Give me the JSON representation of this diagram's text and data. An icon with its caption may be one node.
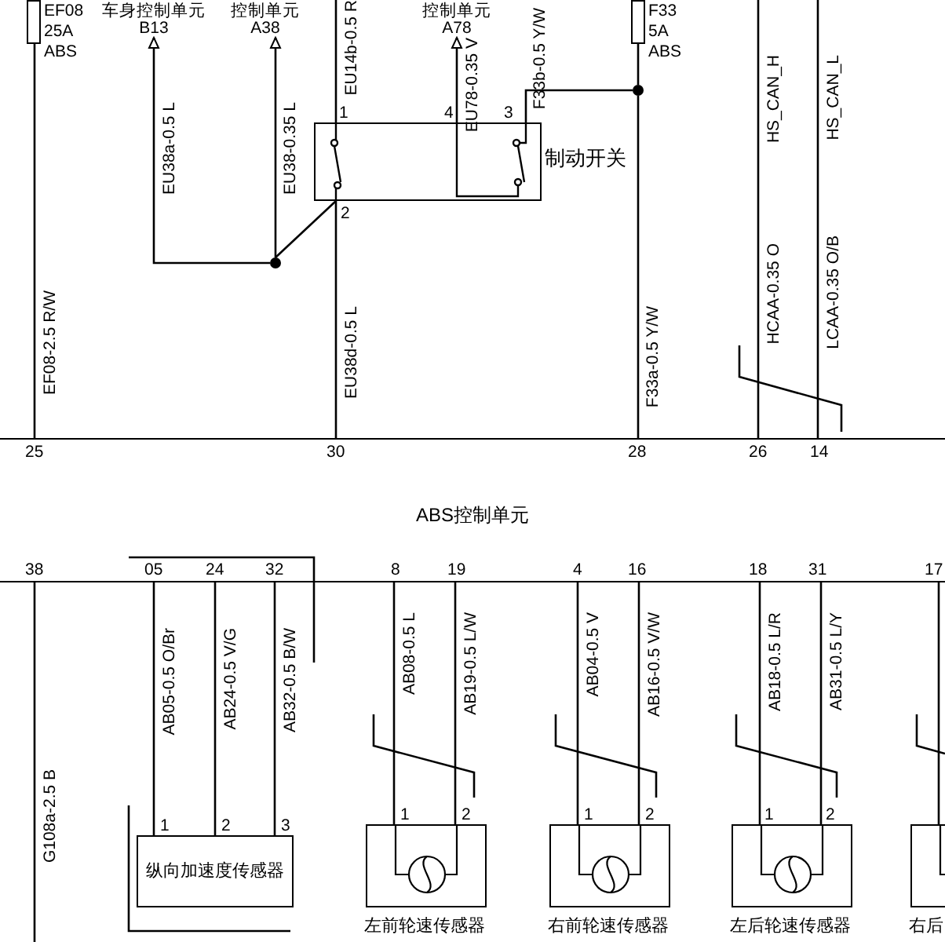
{
  "diagram": {
    "nodes": [
      {
        "text": [],
        "shape": "box",
        "beside": [
          "EF08 25A ABS"
        ]
      },
      {
        "text": [
          "车身控制单元",
          "B13"
        ]
      },
      {
        "text": [
          "控制单元",
          "A38"
        ]
      },
      {
        "text": [
          "控制单元",
          "A78"
        ]
      },
      {
        "text": [
          "制动开关"
        ]
      },
      {
        "text": [],
        "shape": "box",
        "beside": [
          "F33 5A ABS"
        ]
      },
      {
        "text": [
          "ABS控制单元"
        ]
      },
      {
        "text": [
          "纵向加速度传感器"
        ]
      },
      {
        "text": [
          "左前轮速传感器"
        ]
      },
      {
        "text": [
          "右前轮速传感器"
        ]
      },
      {
        "text": [
          "左后轮速传感器"
        ]
      },
      {
        "text": [
          "右后"
        ]
      },
      {
        "text": [],
        "shape": "circle"
      },
      {
        "text": [],
        "shape": "circle"
      }
    ],
    "edges": [
      {
        "from": 0,
        "to": 6,
        "arrow": "none",
        "label": "EF08-2.5 R/W"
      },
      {
        "from": 12,
        "to": 1,
        "arrow": "to",
        "label": "EU38a-0.5 L"
      },
      {
        "from": 12,
        "to": 2,
        "arrow": "to",
        "label": "EU38-0.35 L"
      },
      {
        "from": 4,
        "to": 12,
        "arrow": "none"
      },
      {
        "from": 4,
        "to": 6,
        "arrow": "none",
        "label": "EU38d-0.5 L"
      },
      {
        "from": null,
        "to": 4,
        "arrow": "none",
        "label": "EU14b-0.5 R"
      },
      {
        "from": 4,
        "to": 3,
        "arrow": "to",
        "label": "EU78-0.35 V"
      },
      {
        "from": 4,
        "to": 13,
        "arrow": "none",
        "label": "F33b-0.5 Y/W"
      },
      {
        "from": 5,
        "to": 13,
        "arrow": "none"
      },
      {
        "from": 13,
        "to": 6,
        "arrow": "none",
        "label": "F33a-0.5 Y/W"
      },
      {
        "from": 6,
        "to": null,
        "arrow": "none",
        "label": "HCAA-0.35 O"
      },
      {
        "from": 6,
        "to": null,
        "arrow": "none",
        "label": "LCAA-0.35 O/B"
      },
      {
        "from": 6,
        "to": 7,
        "arrow": "none",
        "label": "AB05-0.5 O/Br"
      },
      {
        "from": 6,
        "to": 7,
        "arrow": "none",
        "label": "AB24-0.5 V/G"
      },
      {
        "from": 6,
        "to": 7,
        "arrow": "none",
        "label": "AB32-0.5 B/W"
      },
      {
        "from": 6,
        "to": null,
        "arrow": "none",
        "label": "G108a-2.5 B"
      },
      {
        "from": 6,
        "to": 8,
        "arrow": "none",
        "label": "AB08-0.5 L"
      },
      {
        "from": 6,
        "to": 8,
        "arrow": "none",
        "label": "AB19-0.5 L/W"
      },
      {
        "from": 6,
        "to": 9,
        "arrow": "none",
        "label": "AB04-0.5 V"
      },
      {
        "from": 6,
        "to": 9,
        "arrow": "none",
        "label": "AB16-0.5 V/W"
      },
      {
        "from": 6,
        "to": 10,
        "arrow": "none",
        "label": "AB18-0.5 L/R"
      },
      {
        "from": 6,
        "to": 10,
        "arrow": "none",
        "label": "AB31-0.5 L/Y"
      },
      {
        "from": 6,
        "to": 11,
        "arrow": "none"
      }
    ],
    "labels": [
      "1",
      "4",
      "3",
      "2",
      "HS_CAN_H",
      "HS_CAN_L",
      "25",
      "30",
      "28",
      "26",
      "14",
      "38",
      "05",
      "24",
      "32",
      "8",
      "19",
      "4",
      "16",
      "18",
      "31",
      "17",
      "1",
      "2",
      "3",
      "1",
      "2",
      "1",
      "2",
      "1",
      "2"
    ]
  }
}
